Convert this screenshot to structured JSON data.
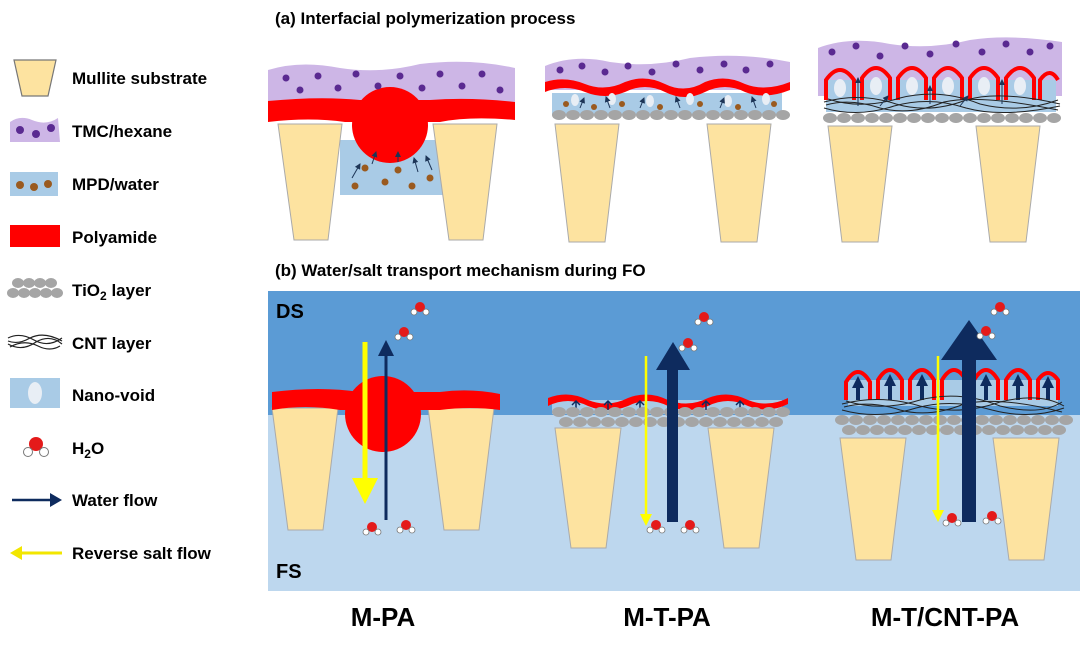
{
  "panel_a": {
    "title": "(a) Interfacial polymerization process"
  },
  "panel_b": {
    "title": "(b) Water/salt transport mechanism during FO",
    "ds_label": "DS",
    "fs_label": "FS"
  },
  "legend": {
    "mullite": "Mullite substrate",
    "tmc": "TMC/hexane",
    "mpd": "MPD/water",
    "polyamide": "Polyamide",
    "tio2_prefix": "TiO",
    "tio2_sub": "2",
    "tio2_suffix": " layer",
    "cnt": "CNT layer",
    "nanovoid": "Nano-void",
    "h2o_prefix": "H",
    "h2o_sub": "2",
    "h2o_suffix": "O",
    "water_flow": "Water flow",
    "salt_flow": "Reverse salt flow"
  },
  "membranes": {
    "m_pa": "M-PA",
    "m_t_pa": "M-T-PA",
    "m_t_cnt_pa": "M-T/CNT-PA"
  },
  "colors": {
    "substrate": "#fde3a0",
    "tmc": "#cdb6e6",
    "tmc_dot": "#5a2a91",
    "mpd": "#a9cbe6",
    "mpd_dot": "#9a5a1f",
    "polyamide": "#ff0000",
    "tio2": "#a5a5a5",
    "ds": "#5b9bd5",
    "fs": "#bdd7ee",
    "water_arrow": "#0e2b5e",
    "salt_arrow": "#ffff00"
  }
}
